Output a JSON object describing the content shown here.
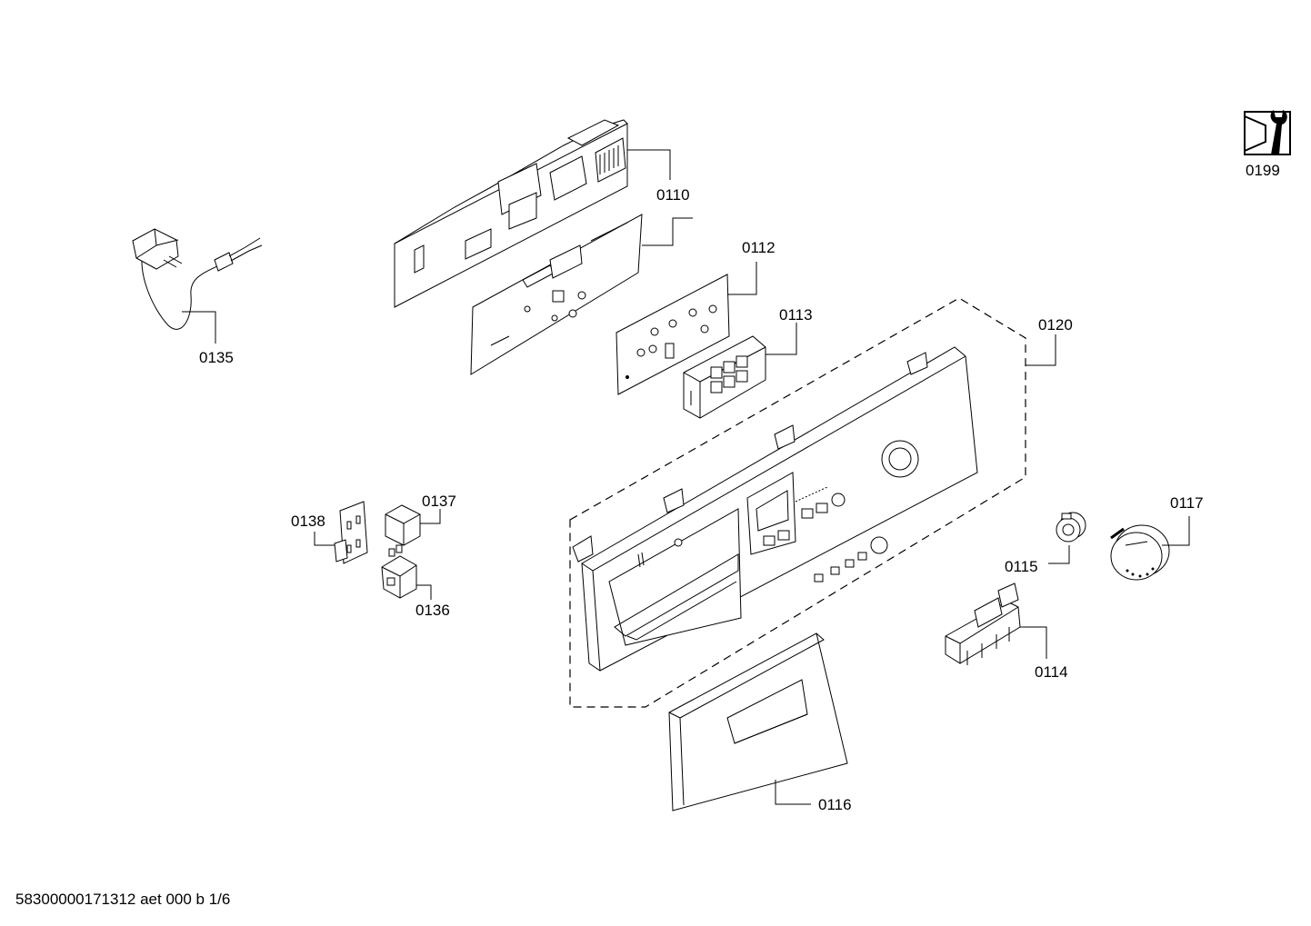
{
  "diagram": {
    "callouts": {
      "c0110": "0110",
      "c0112": "0112",
      "c0113": "0113",
      "c0114": "0114",
      "c0115": "0115",
      "c0116": "0116",
      "c0117": "0117",
      "c0120": "0120",
      "c0135": "0135",
      "c0136": "0136",
      "c0137": "0137",
      "c0138": "0138",
      "c0199": "0199"
    },
    "footer": "58300000171312 aet 000 b 1/6",
    "icons": {
      "service_kit": "wrench-nut-icon"
    }
  }
}
